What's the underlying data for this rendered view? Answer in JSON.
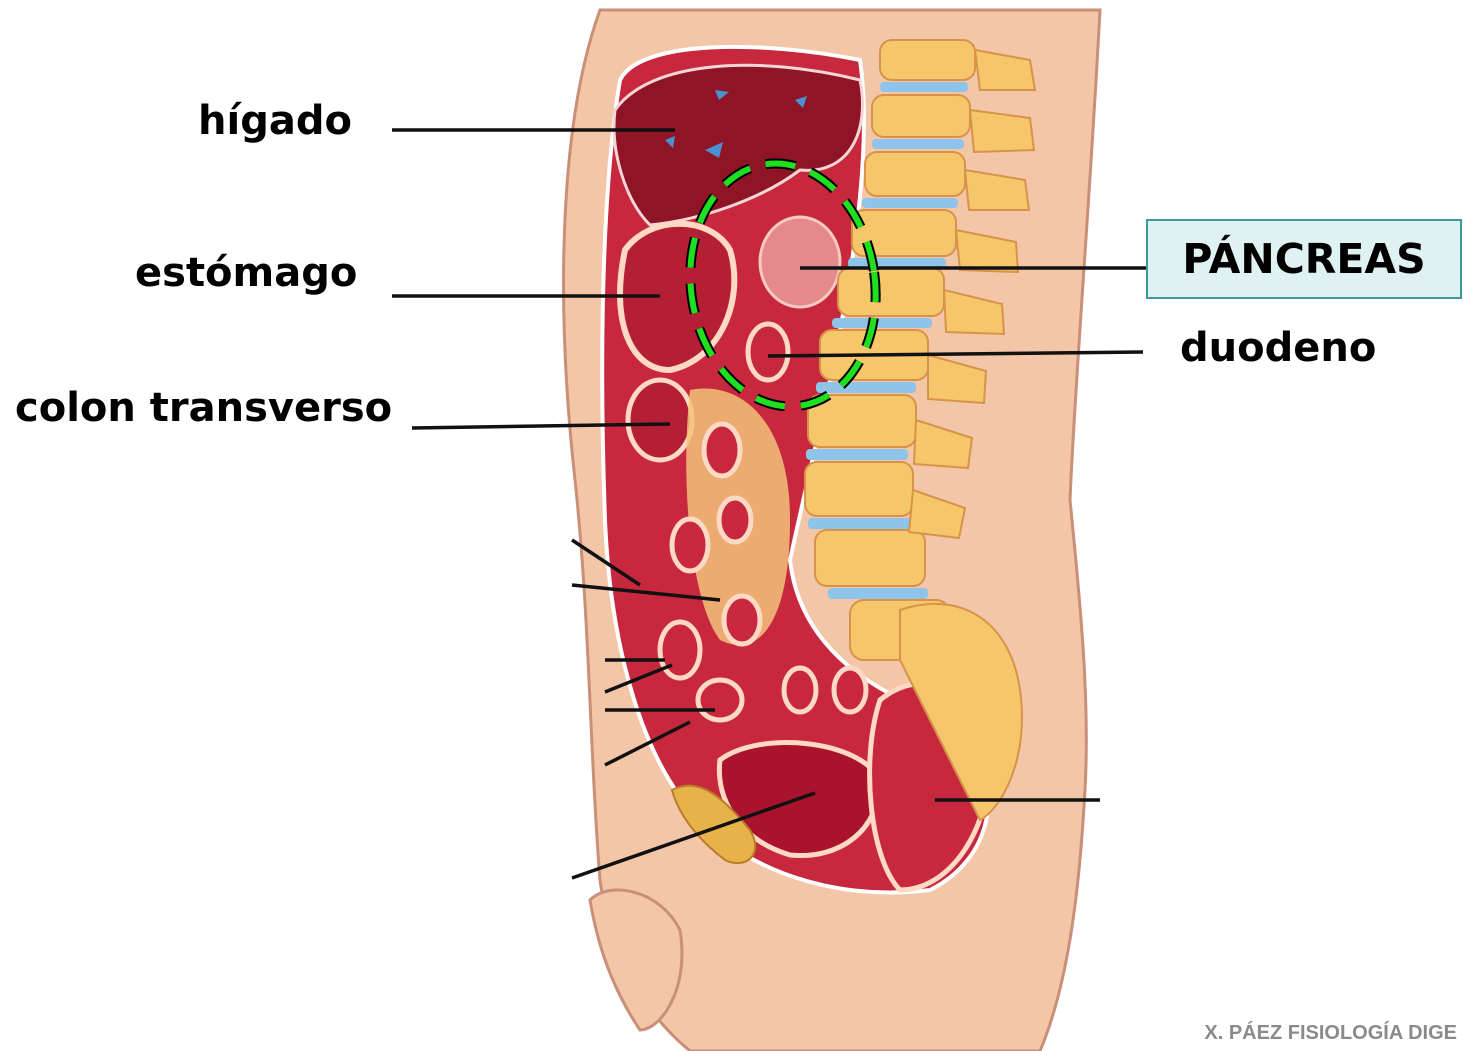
{
  "labels": {
    "higado": "hígado",
    "estomago": "estómago",
    "colon_transverso": "colon transverso",
    "pancreas": "PÁNCREAS",
    "duodeno": "duodeno"
  },
  "credit": "X. PÁEZ   FISIOLOGÍA DIGE",
  "colors": {
    "highlight_ellipse": "#1fe01f",
    "pancreas_box_fill": "#dff1f1",
    "pancreas_box_border": "#3a9c9a",
    "credit_text": "#8a8a8a"
  }
}
